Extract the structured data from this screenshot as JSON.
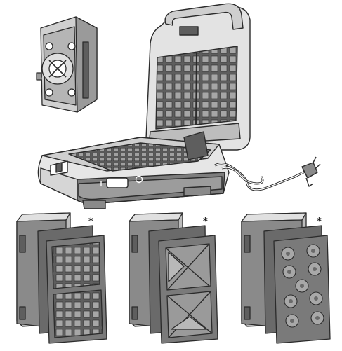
{
  "colors": {
    "outline": "#2b2b2b",
    "body_light": "#e6e6e6",
    "body_mid": "#bdbdbd",
    "body_dark": "#7d7d7d",
    "plate_dark": "#5e5e5e",
    "plate_cell": "#9a9a9a",
    "white": "#ffffff"
  },
  "icons": {
    "power_button": "power-icon"
  },
  "plate_sets": [
    {
      "type": "waffle-plates",
      "marker": "*"
    },
    {
      "type": "sandwich-plates",
      "marker": "*"
    },
    {
      "type": "donut-plates",
      "marker": "*"
    }
  ]
}
